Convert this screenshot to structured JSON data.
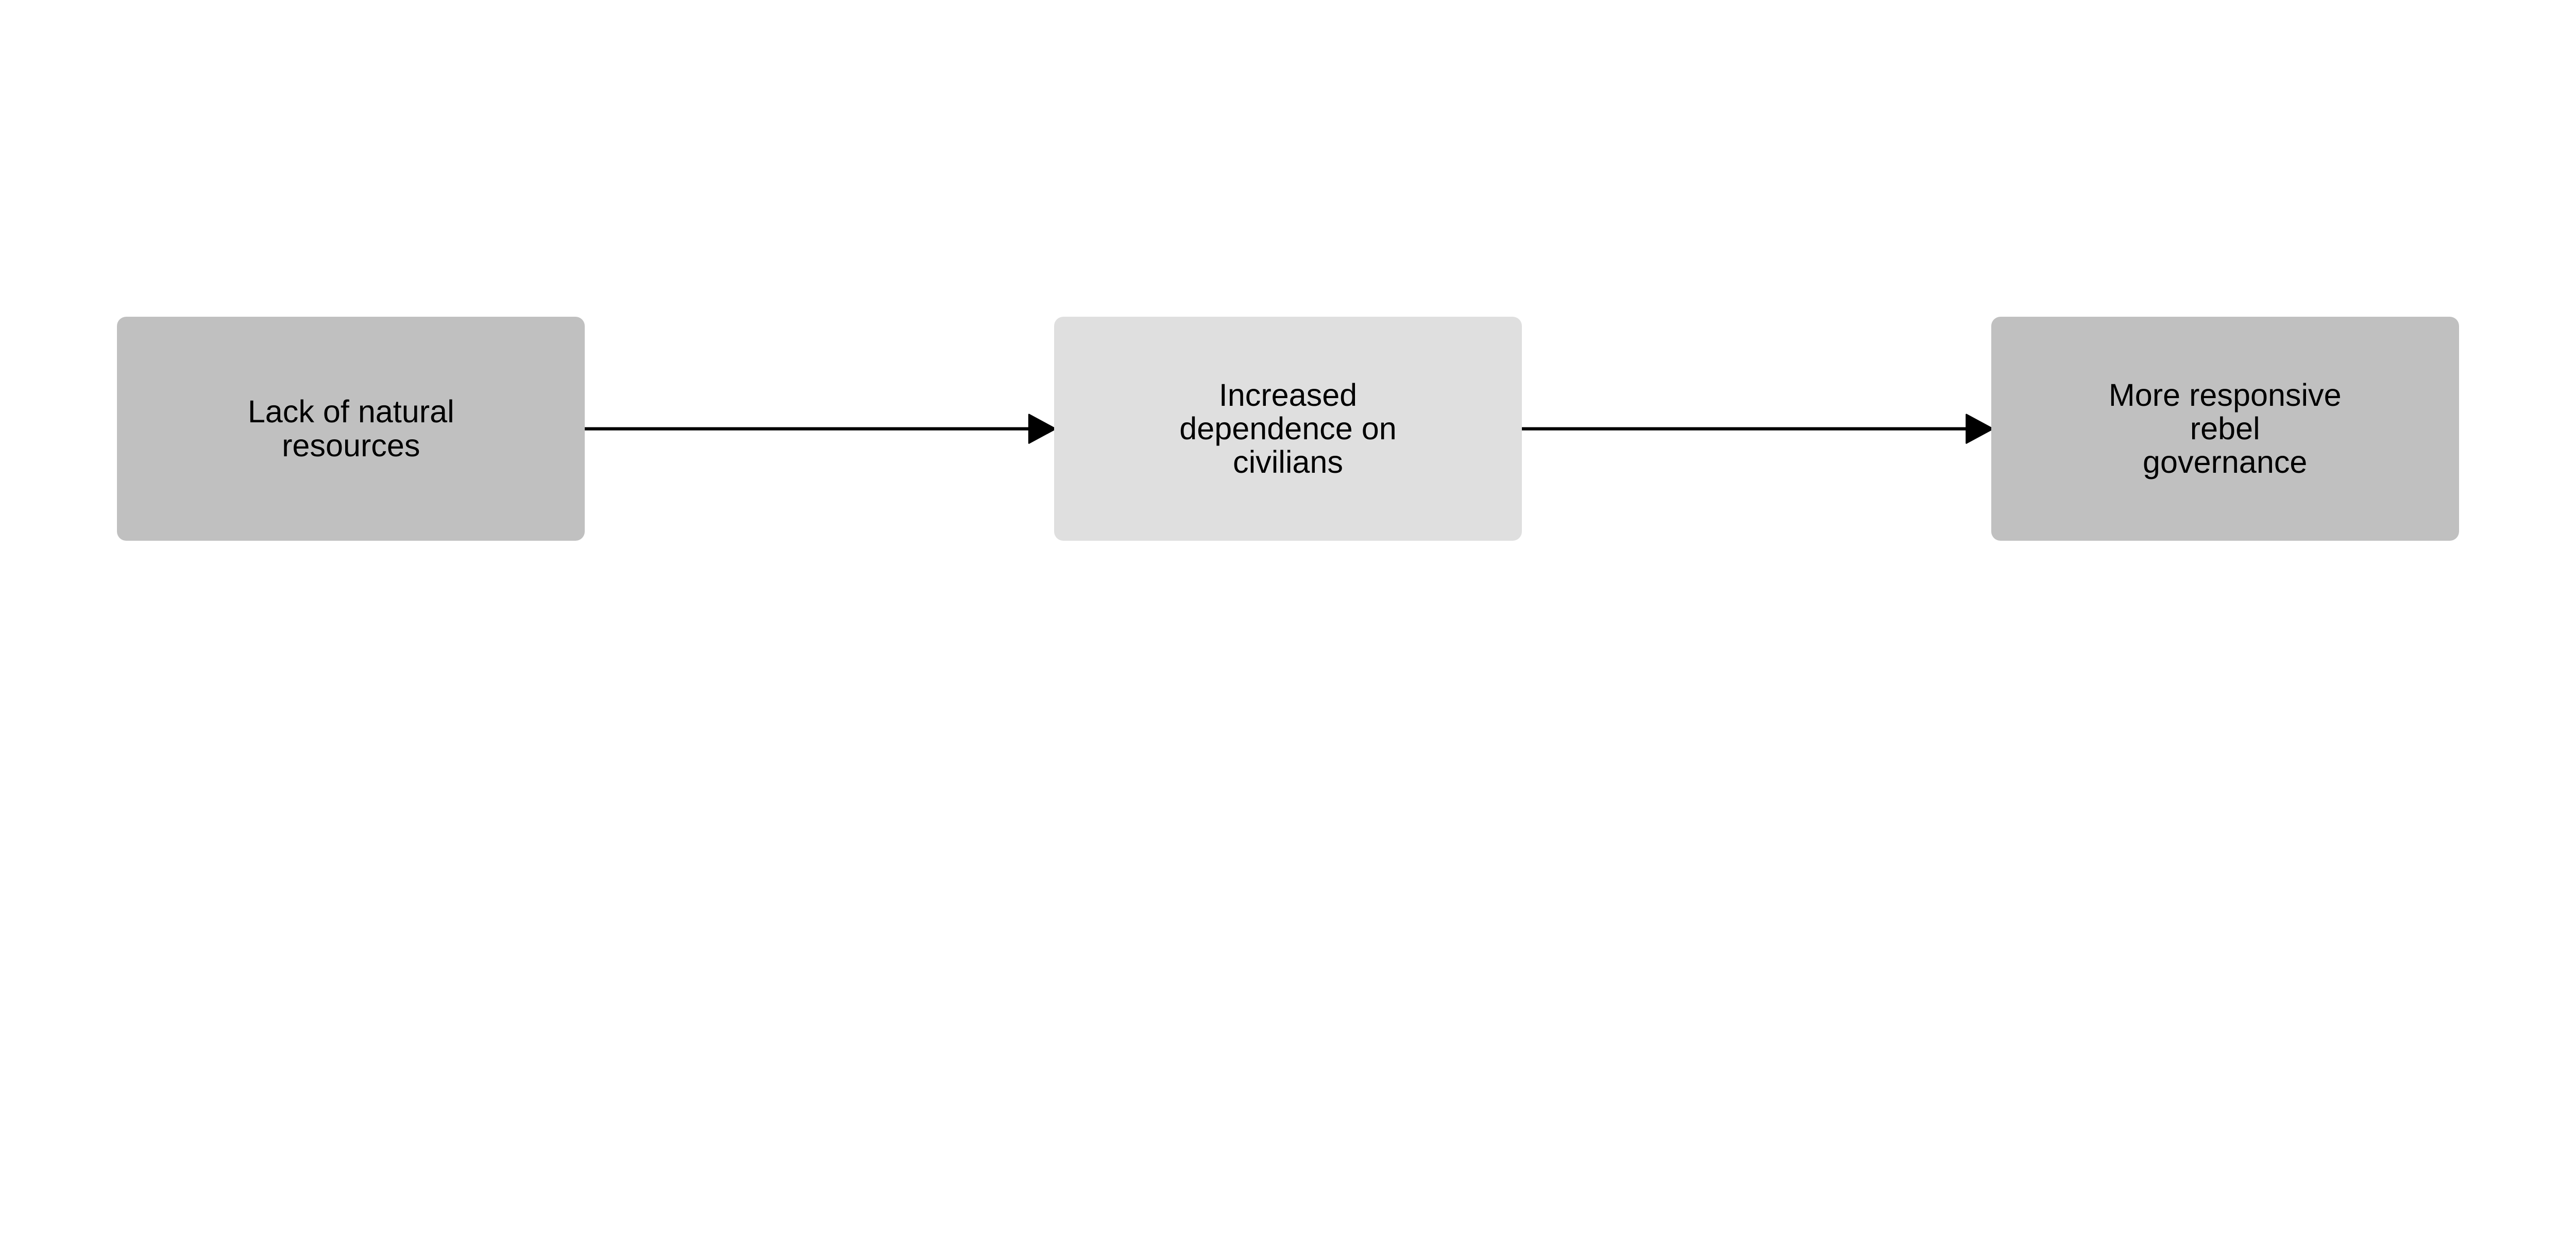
{
  "nodes": [
    {
      "label": "Lack of natural\nresources",
      "fill": "#c0c0c0"
    },
    {
      "label": "Increased\ndependence on\ncivilians",
      "fill": "#dfdfdf"
    },
    {
      "label": "More responsive\nrebel\ngovernance",
      "fill": "#c0c0c0"
    }
  ],
  "edges": [
    {
      "from": 0,
      "to": 1
    },
    {
      "from": 1,
      "to": 2
    }
  ]
}
